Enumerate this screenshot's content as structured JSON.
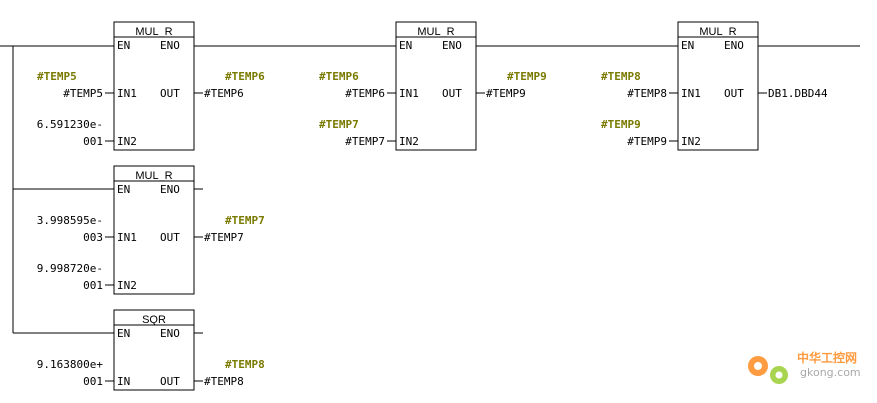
{
  "blocks": [
    {
      "id": "b1",
      "type": "MUL_R",
      "en": "EN",
      "eno": "ENO",
      "pins": [
        {
          "name": "IN1",
          "operand": "#TEMP5",
          "operand2": "",
          "symbol": "#TEMP5"
        },
        {
          "name": "IN2",
          "operand": "6.591230e-",
          "operand2": "001",
          "symbol": ""
        }
      ],
      "out": {
        "name": "OUT",
        "operand": "#TEMP6",
        "symbol": "#TEMP6"
      }
    },
    {
      "id": "b2",
      "type": "MUL_R",
      "en": "EN",
      "eno": "ENO",
      "pins": [
        {
          "name": "IN1",
          "operand": "#TEMP6",
          "operand2": "",
          "symbol": "#TEMP6"
        },
        {
          "name": "IN2",
          "operand": "#TEMP7",
          "operand2": "",
          "symbol": "#TEMP7"
        }
      ],
      "out": {
        "name": "OUT",
        "operand": "#TEMP9",
        "symbol": "#TEMP9"
      }
    },
    {
      "id": "b3",
      "type": "MUL_R",
      "en": "EN",
      "eno": "ENO",
      "pins": [
        {
          "name": "IN1",
          "operand": "#TEMP8",
          "operand2": "",
          "symbol": "#TEMP8"
        },
        {
          "name": "IN2",
          "operand": "#TEMP9",
          "operand2": "",
          "symbol": "#TEMP9"
        }
      ],
      "out": {
        "name": "OUT",
        "operand": "DB1.DBD44",
        "symbol": ""
      }
    },
    {
      "id": "b4",
      "type": "MUL_R",
      "en": "EN",
      "eno": "ENO",
      "pins": [
        {
          "name": "IN1",
          "operand": "3.998595e-",
          "operand2": "003",
          "symbol": ""
        },
        {
          "name": "IN2",
          "operand": "9.998720e-",
          "operand2": "001",
          "symbol": ""
        }
      ],
      "out": {
        "name": "OUT",
        "operand": "#TEMP7",
        "symbol": "#TEMP7"
      }
    },
    {
      "id": "b5",
      "type": "SQR",
      "en": "EN",
      "eno": "ENO",
      "pins": [
        {
          "name": "IN",
          "operand": "9.163800e+",
          "operand2": "001",
          "symbol": ""
        }
      ],
      "out": {
        "name": "OUT",
        "operand": "#TEMP8",
        "symbol": "#TEMP8"
      }
    }
  ],
  "watermark": {
    "line1": "中华工控网",
    "line2": "gkong.com"
  }
}
